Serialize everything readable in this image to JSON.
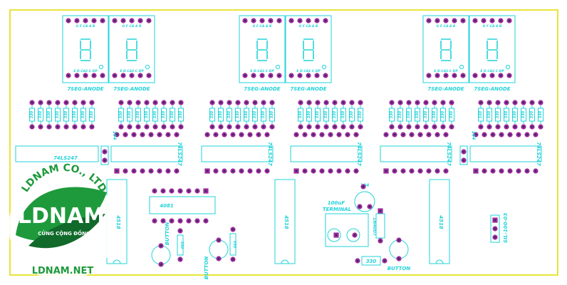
{
  "colors": {
    "background": "#ffffff",
    "board_outline": "#e8e43a",
    "silkscreen": "#22d3d8",
    "pad_ring": "#a02a9e",
    "pad_hole": "#2a2f52",
    "logo_green": "#1e9a3c",
    "logo_dark": "#116a2a"
  },
  "displays": {
    "label": "7SEG-ANODE",
    "top_pins": "G F CA A B",
    "bottom_pins": "E D CA2 C DP"
  },
  "resistors": {
    "label": "330"
  },
  "decoder_ic": {
    "label": "74LS247"
  },
  "capacitor_104": {
    "label": "104"
  },
  "counter_ic": {
    "label": "4518"
  },
  "gate_ic": {
    "label": "4081"
  },
  "buttons": {
    "label": "BUTTON"
  },
  "button_resistor": {
    "label": "330"
  },
  "power": {
    "cap_label": "100uF",
    "terminal_label": "TERMINAL",
    "diode_label": "1N4007",
    "small_cap_label": "104",
    "resistor_label": "330"
  },
  "header": {
    "label": "SIL-100-03"
  },
  "logo": {
    "company": "LDNAM CO., LTD",
    "brand": "LDNAM",
    "slogan": "CỦNG CỘNG ĐỒNG",
    "website": "LDNAM.NET"
  }
}
